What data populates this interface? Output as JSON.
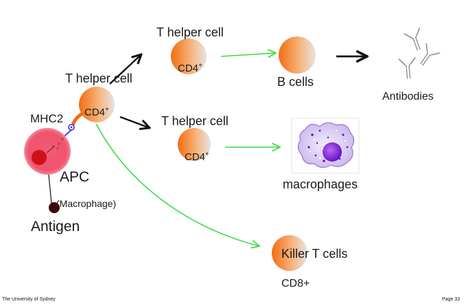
{
  "nodes": {
    "th_center_label": "T helper cell",
    "th_center_cd4": "CD4",
    "th_center_sup": "+",
    "th_top_label": "T helper cell",
    "th_top_cd4": "CD4",
    "th_top_sup": "+",
    "th_mid_label": "T helper cell",
    "th_mid_cd4": "CD4",
    "th_mid_sup": "+",
    "b_cells": "B cells",
    "antibodies": "Antibodies",
    "macrophages": "macrophages",
    "killer": "Killer T cells",
    "cd8": "CD8+",
    "mhc2": "MHC2",
    "apc": "APC",
    "apc_sub": "(Macrophage)",
    "antigen": "Antigen"
  },
  "footer": {
    "left": "The University of Sydney",
    "right": "Page 33"
  },
  "colors": {
    "cell_orange": "#f27a22",
    "cell_grey": "#e9e6e3",
    "green_arrow": "#3ddc3d",
    "black_arrow": "#111111",
    "apc_red": "#ee2b4c",
    "antigen_dark": "#3d0a0a",
    "macrophage_purple": "#8a3fd6",
    "mhc_blue": "#3a2be0"
  }
}
